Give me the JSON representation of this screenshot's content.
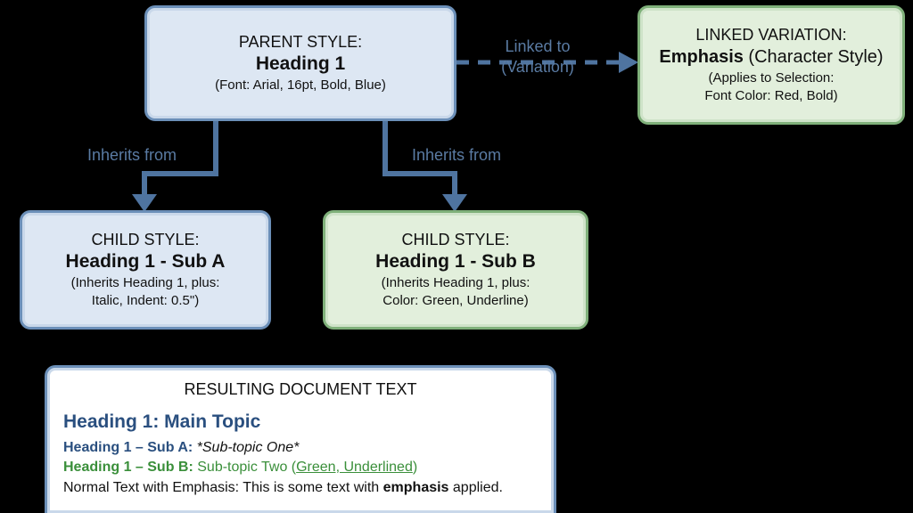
{
  "parent": {
    "label": "PARENT STYLE:",
    "name": "Heading 1",
    "details": "(Font: Arial, 16pt, Bold, Blue)"
  },
  "link": {
    "line1": "Linked to",
    "line2": "(Variation)"
  },
  "linked": {
    "label": "LINKED VARIATION:",
    "name_bold": "Emphasis",
    "name_rest": " (Character Style)",
    "details1": "(Applies to Selection:",
    "details2": "Font Color: Red, Bold)"
  },
  "inherits_left": "Inherits from",
  "inherits_right": "Inherits from",
  "subA": {
    "label": "CHILD STYLE:",
    "name": "Heading 1 - Sub A",
    "details1": "(Inherits Heading 1, plus:",
    "details2": "Italic, Indent: 0.5\")"
  },
  "subB": {
    "label": "CHILD STYLE:",
    "name": "Heading 1 - Sub B",
    "details1": "(Inherits Heading 1, plus:",
    "details2": "Color: Green, Underline)"
  },
  "result": {
    "title": "RESULTING DOCUMENT TEXT",
    "heading": "Heading 1: Main Topic",
    "subA_name": "Heading 1 – Sub A:",
    "subA_text": " *Sub-topic One*",
    "subB_name": "Heading 1 – Sub B:",
    "subB_text": " Sub-topic Two (",
    "subB_ul": "Green, Underlined",
    "subB_end": ")",
    "normal_pre": "Normal Text with Emphasis: This is some text with ",
    "normal_emph": "emphasis",
    "normal_post": " applied."
  },
  "colors": {
    "arrow": "#4f74a0",
    "blue_heading": "#2a4f7f",
    "green_text": "#3a8f3a"
  }
}
